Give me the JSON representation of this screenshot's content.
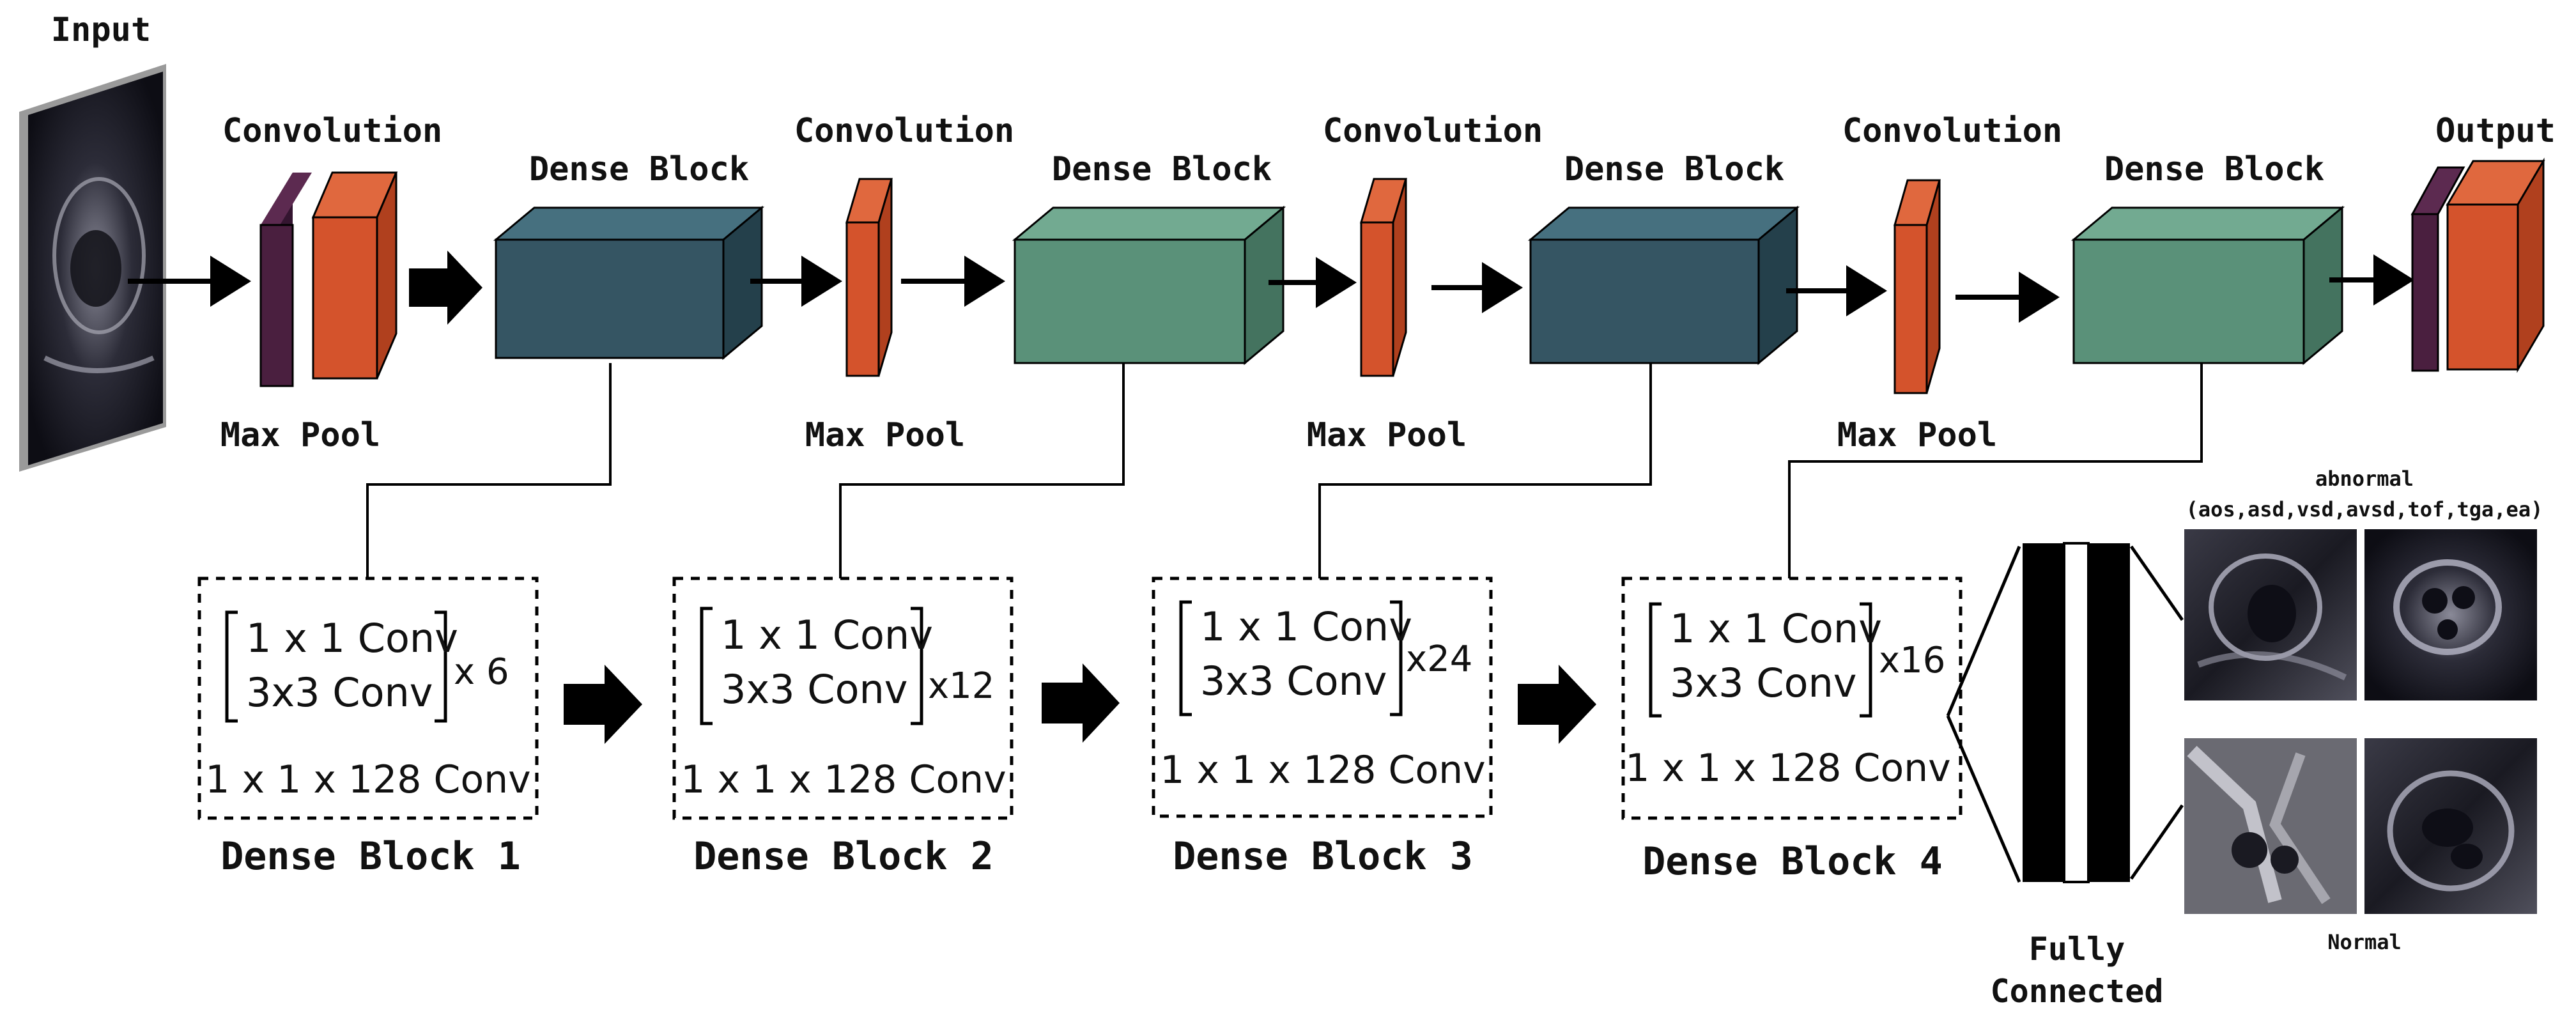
{
  "labels": {
    "input": "Input",
    "output": "Output",
    "convolution": "Convolution",
    "dense_block": "Dense Block",
    "max_pool": "Max Pool",
    "fully_connected_line1": "Fully",
    "fully_connected_line2": "Connected",
    "abnormal": "abnormal",
    "abnormal_classes": "(aos,asd,vsd,avsd,tof,tga,ea)",
    "normal": "Normal"
  },
  "dense_blocks": [
    {
      "name": "Dense Block 1",
      "line1": "1 x 1 Conv",
      "line2": "3x3 Conv",
      "repeat": "x 6",
      "transition": "1 x 1 x 128 Conv"
    },
    {
      "name": "Dense Block 2",
      "line1": "1 x 1 Conv",
      "line2": "3x3 Conv",
      "repeat": "x12",
      "transition": "1 x 1 x 128 Conv"
    },
    {
      "name": "Dense Block 3",
      "line1": "1 x 1 Conv",
      "line2": "3x3 Conv",
      "repeat": "x24",
      "transition": "1 x 1 x 128 Conv"
    },
    {
      "name": "Dense Block 4",
      "line1": "1 x 1 Conv",
      "line2": "3x3 Conv",
      "repeat": "x16",
      "transition": "1 x 1 x 128 Conv"
    }
  ],
  "colors": {
    "conv_orange": "#D4532C",
    "conv_orange_side": "#B0401E",
    "pool_purple": "#4A1F3F",
    "pool_purple_side": "#341530",
    "dense_dark": "#355563",
    "dense_dark_side": "#24404B",
    "dense_dark_top": "#46707F",
    "dense_green": "#5A9179",
    "dense_green_side": "#44735F",
    "dense_green_top": "#72AA91"
  }
}
